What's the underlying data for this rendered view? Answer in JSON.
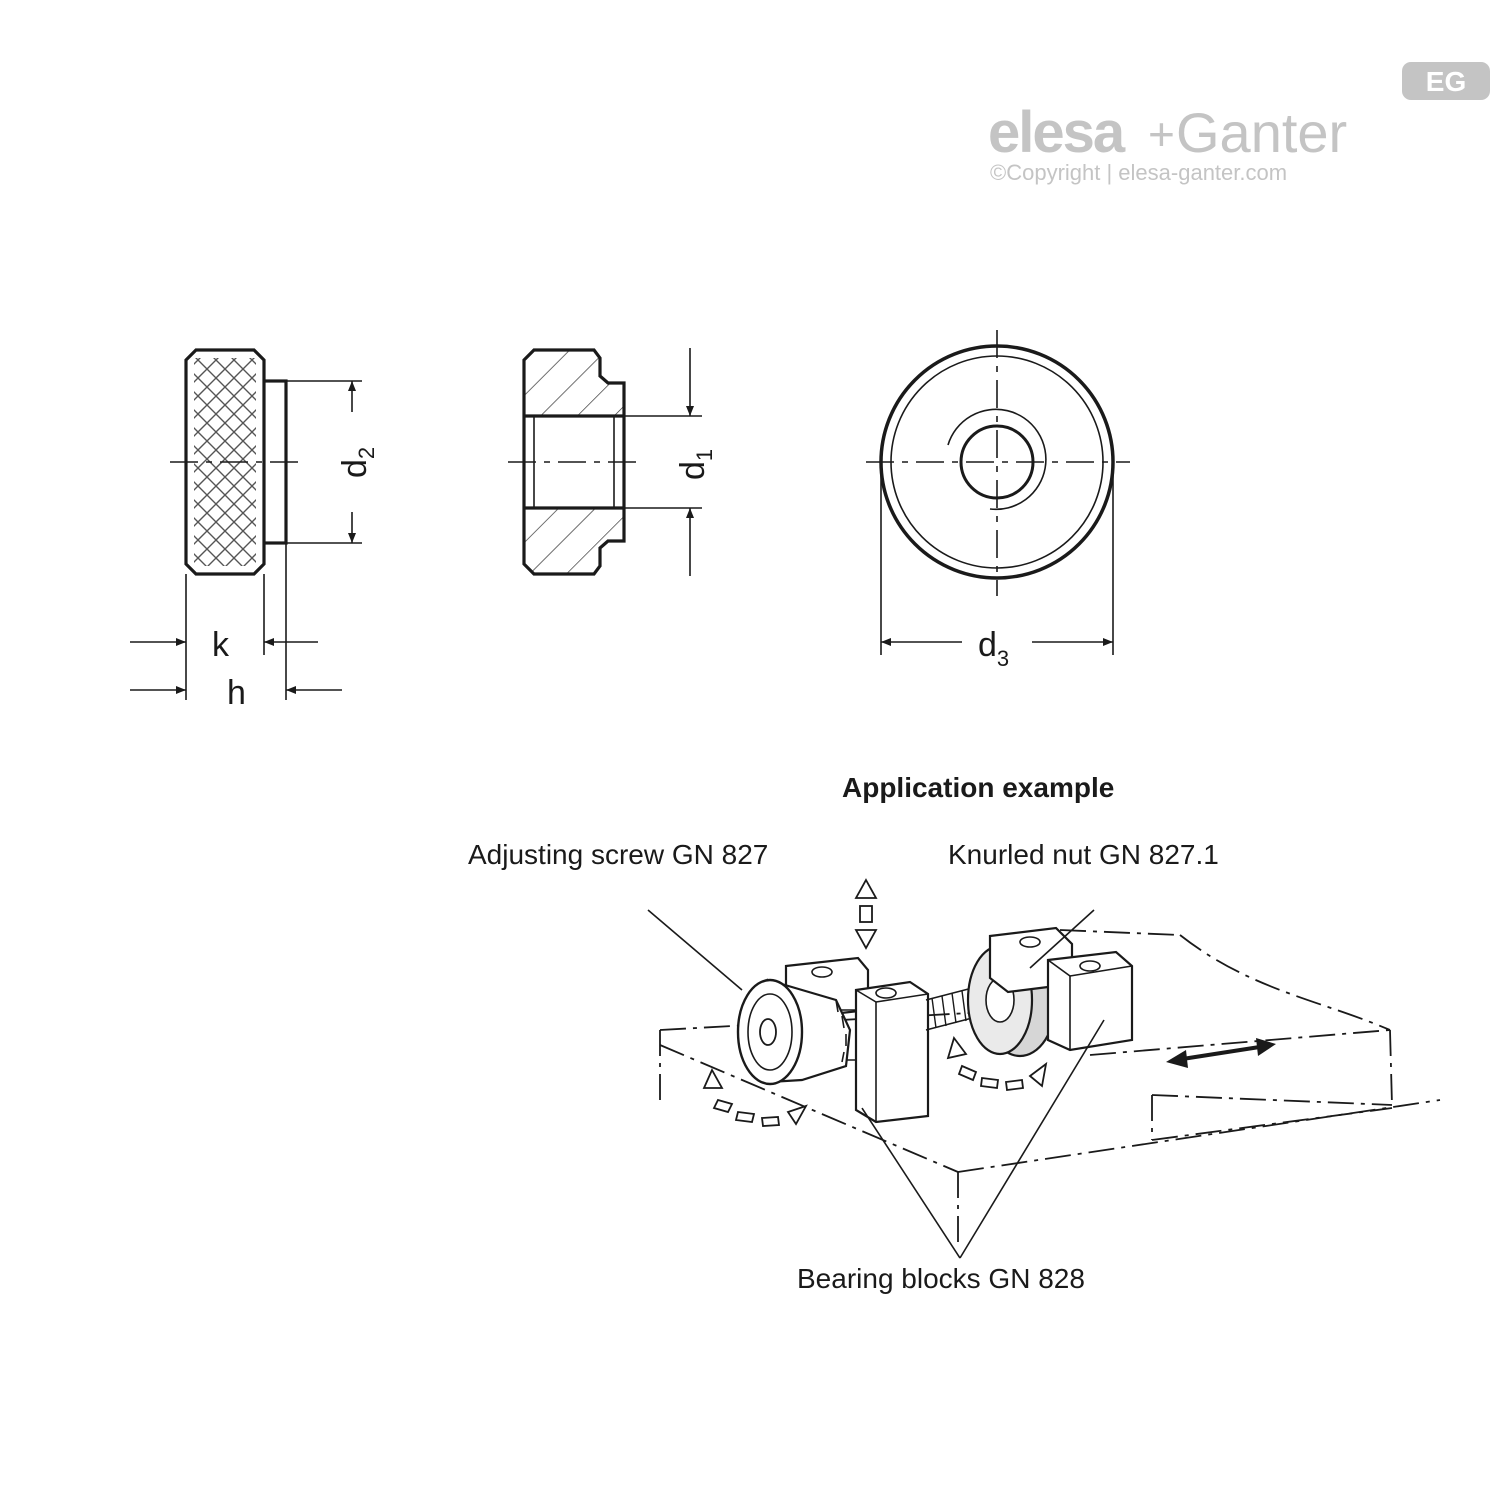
{
  "logo": {
    "badge": "EG",
    "brand_left": "elesa",
    "brand_plus": "+",
    "brand_right": "Ganter",
    "copyright": "©Copyright | elesa-ganter.com",
    "color": "#c4c4c4"
  },
  "dimensions": {
    "d2": {
      "base": "d",
      "sub": "2"
    },
    "d1": {
      "base": "d",
      "sub": "1"
    },
    "d3": {
      "base": "d",
      "sub": "3"
    },
    "k": "k",
    "h": "h"
  },
  "application": {
    "heading": "Application example",
    "adjusting_screw": "Adjusting screw GN 827",
    "knurled_nut": "Knurled nut GN 827.1",
    "bearing_blocks": "Bearing blocks GN 828"
  },
  "icons": [
    "knurled-nut-side-view",
    "nut-section-view",
    "nut-front-view",
    "double-arrow-icon",
    "rotation-arrow-icon",
    "vertical-arrow-icon"
  ]
}
